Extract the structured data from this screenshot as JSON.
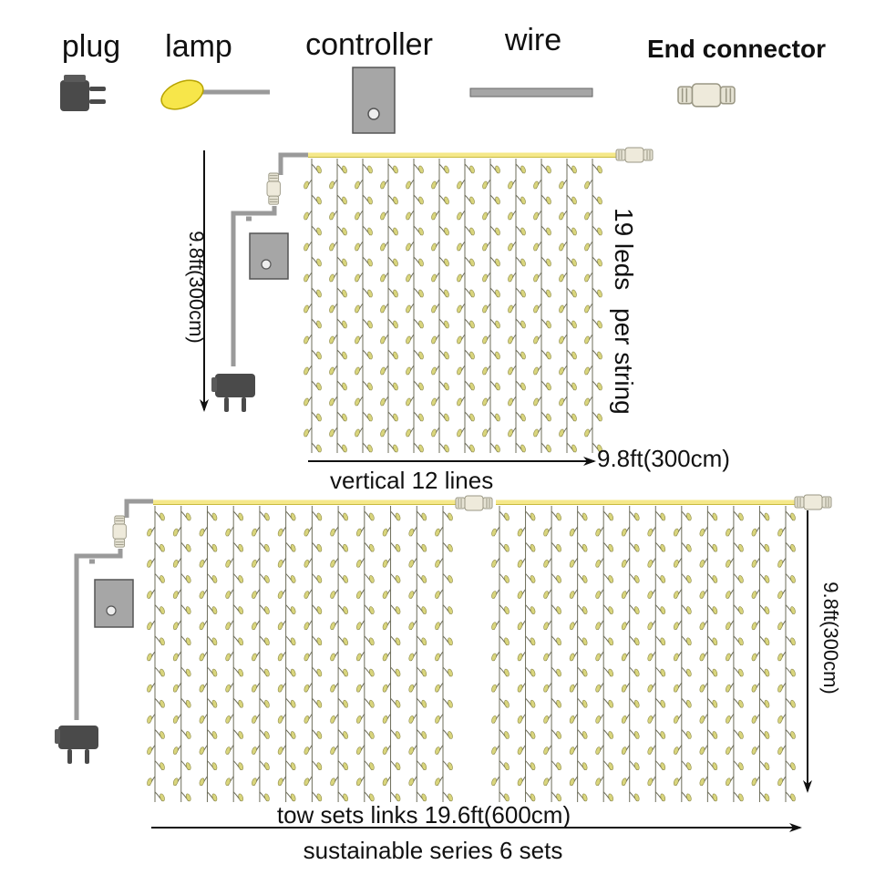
{
  "legend": {
    "plug": "plug",
    "lamp": "lamp",
    "controller": "controller",
    "wire": "wire",
    "end_connector": "End connector"
  },
  "single_set": {
    "height_label": "9.8ft(300cm)",
    "width_label": "9.8ft(300cm)",
    "leds_label_line1": "19 leds",
    "leds_label_line2": "per string",
    "vertical_lines_label": "vertical  12 lines",
    "strings": 12,
    "leds_per_string": 19
  },
  "double_set": {
    "height_label": "9.8ft(300cm)",
    "width_label": "tow sets links 19.6ft(600cm)",
    "series_label": "sustainable  series  6  sets",
    "strings_per_set": 12,
    "leds_per_string": 19
  },
  "colors": {
    "lamp": "#f7e64a",
    "lamp_outline": "#b8a400",
    "wire": "#9a9a9a",
    "wire_top": "#f5e88a",
    "plug": "#4a4a4a",
    "controller": "#a6a6a6",
    "connector": "#e6e3d4",
    "led": "#d9d57c",
    "string_wire": "#6d6d5a"
  },
  "icons": {
    "plug": "plug-icon",
    "lamp": "lamp-icon",
    "controller": "controller-icon",
    "wire": "wire-icon",
    "end_connector": "end-connector-icon"
  }
}
